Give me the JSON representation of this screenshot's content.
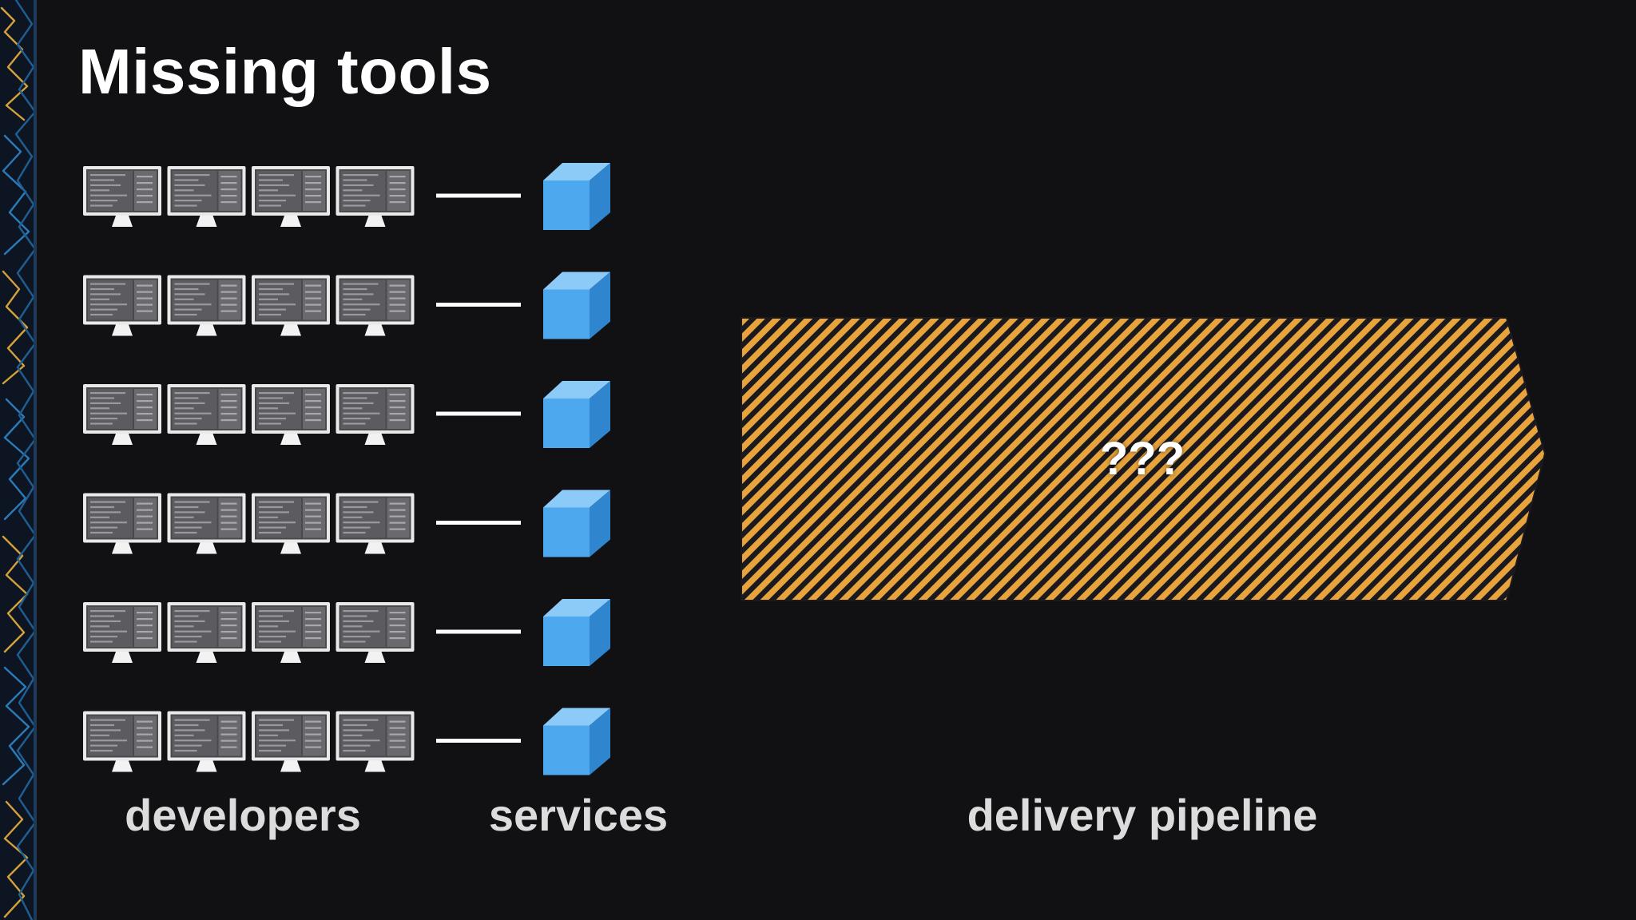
{
  "title": "Missing tools",
  "rows": [
    {
      "developers": 4,
      "service": "service"
    },
    {
      "developers": 4,
      "service": "service"
    },
    {
      "developers": 4,
      "service": "service"
    },
    {
      "developers": 4,
      "service": "service"
    },
    {
      "developers": 4,
      "service": "service"
    },
    {
      "developers": 4,
      "service": "service"
    }
  ],
  "icons": {
    "developer": "monitor-icon",
    "service": "cube-icon"
  },
  "pipeline": {
    "label": "???"
  },
  "labels": {
    "developers": "developers",
    "services": "services",
    "pipeline": "delivery pipeline"
  },
  "colors": {
    "background": "#111114",
    "cube_front": "#4da8ee",
    "cube_top": "#8ccaf7",
    "cube_side": "#2f86cf",
    "pipeline_stripe": "#e8a33c",
    "pipeline_gap": "#1a1a1e",
    "connector": "#ffffff",
    "decor_gold": "#d4a13a",
    "decor_blue": "#2b7bb9"
  }
}
